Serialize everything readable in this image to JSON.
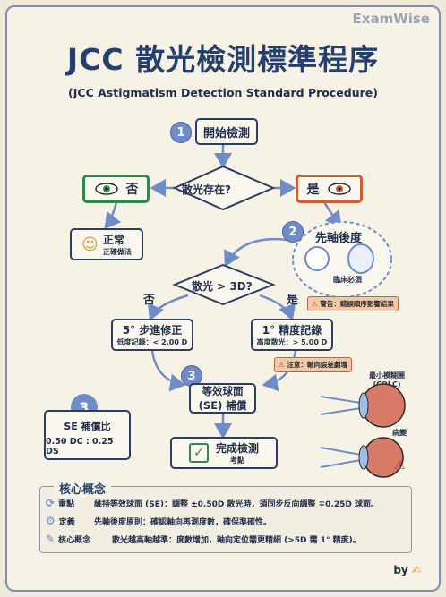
{
  "brand": "ExamWise",
  "title": "JCC 散光檢測標準程序",
  "subtitle": "(JCC Astigmatism Detection Standard Procedure)",
  "steps": {
    "start": {
      "num": "1",
      "label": "開始檢測"
    },
    "decision1": {
      "label": "散光存在?"
    },
    "no_box": {
      "label": "否"
    },
    "yes_box": {
      "label": "是"
    },
    "normal": {
      "label": "正常",
      "sub": "正確做法"
    },
    "axis": {
      "num": "2",
      "label": "先軸後度",
      "sub": "臨床必須",
      "warning": "警告：錯誤順序影響結果"
    },
    "decision2": {
      "label": "散光 > 3D?",
      "no": "否",
      "yes": "是"
    },
    "step5": {
      "label": "5° 步進修正",
      "sub": "低度記錄：< 2.00 D"
    },
    "step1": {
      "label": "1° 精度記錄",
      "sub": "高度散光：> 5.00 D",
      "warning": "注意：軸向誤差劇增"
    },
    "se": {
      "num": "3",
      "label1": "等效球面",
      "label2": "(SE) 補償"
    },
    "se_ratio": {
      "num": "3",
      "label": "SE 補償比",
      "value": "0.50 DC : 0.25 DS"
    },
    "done": {
      "label": "完成檢測",
      "sub": "考點"
    },
    "eye1": {
      "label": "最小模糊圈",
      "sub": "(COLC)"
    },
    "eye2": {
      "label": "病變"
    }
  },
  "core": {
    "title": "核心概念",
    "rows": [
      {
        "key": "重點",
        "icon": "refresh-icon",
        "text": "維持等效球面 (SE)：調整 ±0.50D 散光時，須同步反向調整 ∓0.25D 球面。"
      },
      {
        "key": "定義",
        "icon": "gear-icon",
        "text": "先軸後度原則：確認軸向再測度數，確保準確性。"
      },
      {
        "key": "核心概念",
        "icon": "pencil-icon",
        "text": "散光越高軸越準：度數增加，軸向定位需更精細 (>5D 需 1° 精度)。"
      }
    ]
  },
  "footer": {
    "by": "by"
  },
  "colors": {
    "accent": "#6f8cc9",
    "navy": "#25406e",
    "no_border": "#2f8a4a",
    "yes_border": "#c9603a",
    "warning": "#f2c9a8"
  }
}
